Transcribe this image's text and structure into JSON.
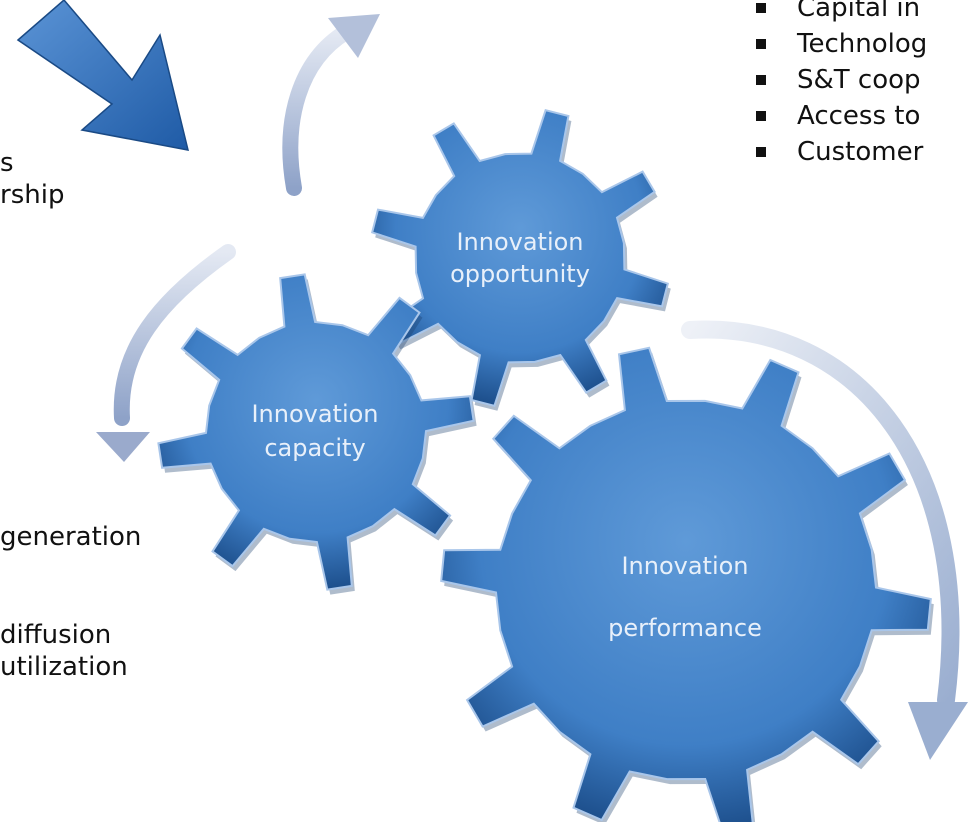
{
  "colors": {
    "gear_fill": "#3f7fc6",
    "gear_dark": "#1d4f8c",
    "arrow_light": "#c9d3e6",
    "arrow_dark": "#8c9fc6",
    "block_arrow": "#3b78c4",
    "text": "#111111",
    "gear_text": "#e8f0fa"
  },
  "icons": {
    "block_arrow": "thick-blue-arrow-icon",
    "curved_arrows": "curved-cycle-arrow-icon"
  },
  "left_text": {
    "top_lines": [
      "s",
      "rship"
    ],
    "bottom_lines": [
      "generation",
      "diffusion",
      "utilization"
    ]
  },
  "right_bullets": [
    "Capital in",
    "Technolog",
    "S&T coop",
    "Access to",
    "Customer"
  ],
  "gears": {
    "opportunity": {
      "line1": "Innovation",
      "line2": "opportunity"
    },
    "capacity": {
      "line1": "Innovation",
      "line2": "capacity"
    },
    "performance": {
      "line1": "Innovation",
      "line2": "performance"
    }
  }
}
